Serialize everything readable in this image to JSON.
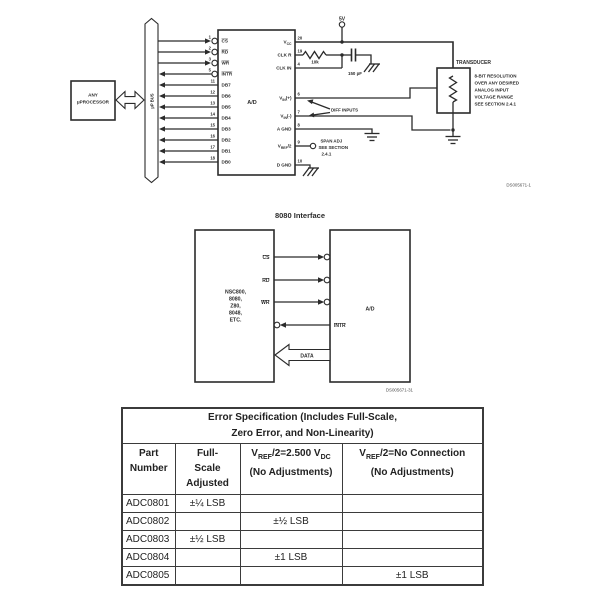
{
  "colors": {
    "ink": "#2b2b2b",
    "background": "#ffffff",
    "border": "#3b3b3b"
  },
  "top_diagram": {
    "processor": {
      "line1": "ANY",
      "line2": "µPROCESSOR"
    },
    "bus_label": "µP BUS",
    "chip_label": "A/D",
    "supply_label": "5V",
    "left_pins": [
      {
        "num": "1",
        "label": "CS"
      },
      {
        "num": "2",
        "label": "RD"
      },
      {
        "num": "3",
        "label": "WR"
      },
      {
        "num": "5",
        "label": "INTR"
      },
      {
        "num": "11",
        "label": "DB7"
      },
      {
        "num": "12",
        "label": "DB6"
      },
      {
        "num": "13",
        "label": "DB5"
      },
      {
        "num": "14",
        "label": "DB4"
      },
      {
        "num": "15",
        "label": "DB3"
      },
      {
        "num": "16",
        "label": "DB2"
      },
      {
        "num": "17",
        "label": "DB1"
      },
      {
        "num": "18",
        "label": "DB0"
      }
    ],
    "right_pins": [
      {
        "num": "20",
        "main": "V",
        "sub": "CC",
        "rest": ""
      },
      {
        "num": "19",
        "main": "CLK R",
        "sub": "",
        "rest": ""
      },
      {
        "num": "4",
        "main": "CLK IN",
        "sub": "",
        "rest": ""
      },
      {
        "num": "6",
        "main": "V",
        "sub": "IN",
        "rest": "(+)"
      },
      {
        "num": "7",
        "main": "V",
        "sub": "IN",
        "rest": "(-)"
      },
      {
        "num": "8",
        "main": "A GND",
        "sub": "",
        "rest": ""
      },
      {
        "num": "9",
        "main": "V",
        "sub": "REF",
        "rest": "/2"
      },
      {
        "num": "10",
        "main": "D GND",
        "sub": "",
        "rest": ""
      }
    ],
    "resistor_label": "10k",
    "capacitor_label": "150 pF",
    "diff_inputs_label": "DIFF INPUTS",
    "span_adj": {
      "line1": "SPAN ADJ",
      "line2": "SEE SECTION",
      "line3": "2.4.1"
    },
    "transducer_label": "TRANSDUCER",
    "transducer_note": [
      "8-BIT RESOLUTION",
      "OVER ANY DESIRED",
      "ANALOG INPUT",
      "VOLTAGE RANGE",
      "SEE SECTION 2.4.1"
    ],
    "doc_ref": "DS005671-1"
  },
  "middle_diagram": {
    "title": "8080 Interface",
    "processor_lines": [
      "NSC800,",
      "8080,",
      "Z80,",
      "8048,",
      "ETC."
    ],
    "chip_label": "A/D",
    "signals": {
      "cs": "CS",
      "rd": "RD",
      "wr": "WR",
      "intr": "INTR",
      "data": "DATA"
    },
    "doc_ref": "DS005671-31"
  },
  "table": {
    "caption": {
      "line1": "Error Specification (Includes Full-Scale,",
      "line2": "Zero Error, and Non-Linearity)"
    },
    "headers": {
      "part": {
        "line1": "Part",
        "line2": "Number"
      },
      "full_scale": {
        "line1": "Full-",
        "line2": "Scale",
        "line3": "Adjusted"
      },
      "vref_set": {
        "pre": "V",
        "sub1": "REF",
        "mid": "/2=2.500 V",
        "sub2": "DC",
        "line2": "(No Adjustments)"
      },
      "vref_nc": {
        "pre": "V",
        "sub1": "REF",
        "mid": "/2=No Connection",
        "line2": "(No Adjustments)"
      }
    },
    "rows": [
      {
        "part": "ADC0801",
        "full_scale": "±¼ LSB",
        "vref_set": "",
        "vref_nc": ""
      },
      {
        "part": "ADC0802",
        "full_scale": "",
        "vref_set": "±½ LSB",
        "vref_nc": ""
      },
      {
        "part": "ADC0803",
        "full_scale": "±½ LSB",
        "vref_set": "",
        "vref_nc": ""
      },
      {
        "part": "ADC0804",
        "full_scale": "",
        "vref_set": "±1 LSB",
        "vref_nc": ""
      },
      {
        "part": "ADC0805",
        "full_scale": "",
        "vref_set": "",
        "vref_nc": "±1 LSB"
      }
    ]
  }
}
